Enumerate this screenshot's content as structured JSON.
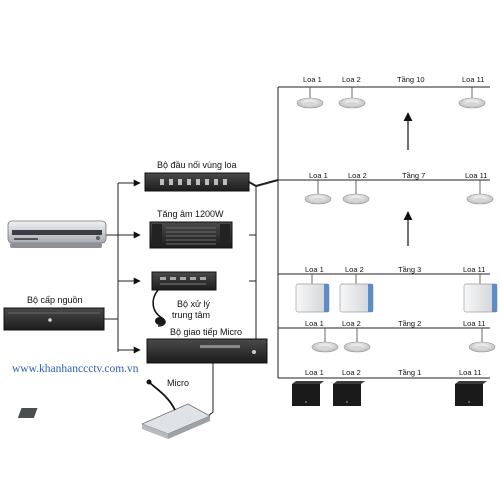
{
  "devices": {
    "zone_selector": "Bộ đầu nối vùng loa",
    "amplifier": "Tăng âm 1200W",
    "central_processor_line1": "Bộ xử lý",
    "central_processor_line2": "trung tâm",
    "power_supply": "Bộ cấp nguồn",
    "mic_interface": "Bộ giao tiếp Micro",
    "microphone": "Micro"
  },
  "floors": [
    {
      "name": "Tầng 10",
      "speakers": [
        "Loa 1",
        "Loa 2",
        "Loa 11"
      ],
      "speaker_type": "ceiling"
    },
    {
      "name": "Tầng 7",
      "speakers": [
        "Loa 1",
        "Loa 2",
        "Loa 11"
      ],
      "speaker_type": "ceiling"
    },
    {
      "name": "Tầng 3",
      "speakers": [
        "Loa 1",
        "Loa 2",
        "Loa 11"
      ],
      "speaker_type": "wall-white"
    },
    {
      "name": "Tầng 2",
      "speakers": [
        "Loa 1",
        "Loa 2",
        "Loa 11"
      ],
      "speaker_type": "ceiling"
    },
    {
      "name": "Tầng 1",
      "speakers": [
        "Loa 1",
        "Loa 2",
        "Loa 11"
      ],
      "speaker_type": "box-black"
    }
  ],
  "watermark": "www.khanhanccctv.com.vn",
  "colors": {
    "watermark": "#2b5fb8",
    "lines": "#222222",
    "equipment": "#2a2a2a"
  }
}
